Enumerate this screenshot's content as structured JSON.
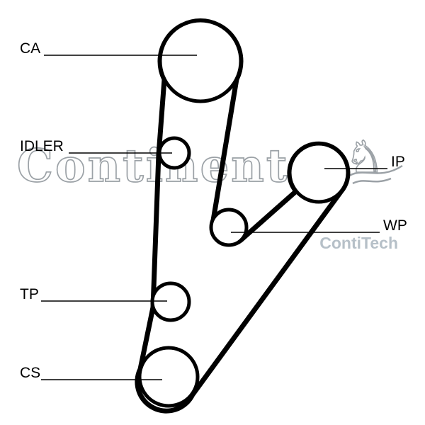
{
  "watermark": {
    "brand": "Continental",
    "subbrand": "ContiTech",
    "horse_glyph": "♞"
  },
  "labels": {
    "ca": "CA",
    "idler": "IDLER",
    "ip": "IP",
    "wp": "WP",
    "tp": "TP",
    "cs": "CS"
  },
  "colors": {
    "diagram_line": "#000000",
    "watermark_outline": "#9ba1a6",
    "subbrand_text": "#b6c0c8",
    "background": "#ffffff"
  }
}
